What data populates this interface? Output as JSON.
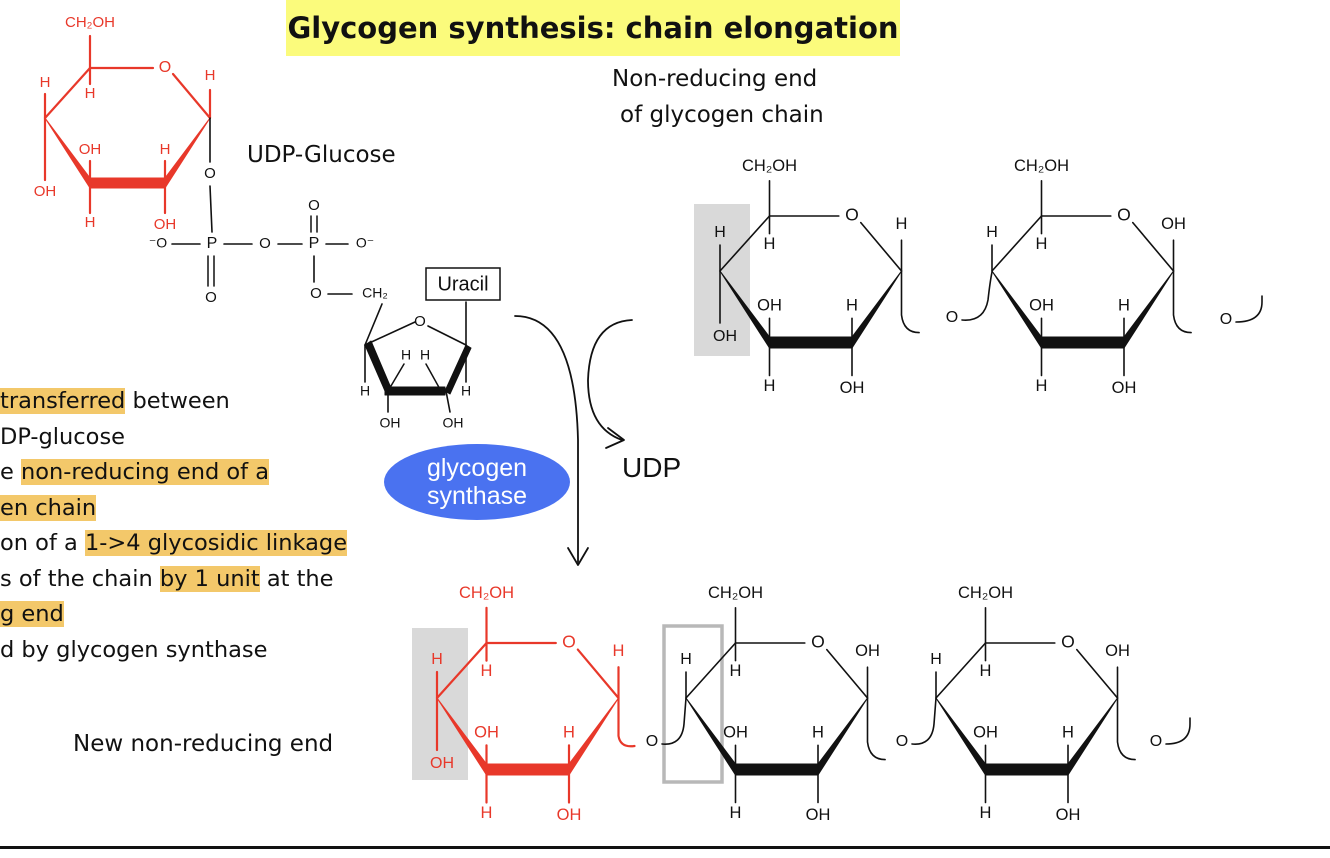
{
  "title": "Glycogen synthesis: chain elongation",
  "labels": {
    "udp_glucose": "UDP-Glucose",
    "non_reducing_line1": "Non-reducing end",
    "non_reducing_line2": "of glycogen chain",
    "new_non_reducing": "New non-reducing end",
    "udp": "UDP",
    "uracil": "Uracil",
    "enzyme_line1": "glycogen",
    "enzyme_line2": "synthase"
  },
  "bullets": [
    [
      {
        "t": "transferred",
        "hl": true
      },
      {
        "t": " between",
        "hl": false
      }
    ],
    [
      {
        "t": "DP-glucose",
        "hl": false
      }
    ],
    [
      {
        "t": "e ",
        "hl": false
      },
      {
        "t": "non-reducing end of a",
        "hl": true
      }
    ],
    [
      {
        "t": "en chain",
        "hl": true
      }
    ],
    [
      {
        "t": "on of a ",
        "hl": false
      },
      {
        "t": "1->4 glycosidic linkage",
        "hl": true
      }
    ],
    [
      {
        "t": "s of the chain ",
        "hl": false
      },
      {
        "t": "by 1 unit",
        "hl": true
      },
      {
        "t": " at the",
        "hl": false
      }
    ],
    [
      {
        "t": "g end",
        "hl": true
      }
    ],
    [
      {
        "t": "d by glycogen synthase",
        "hl": false
      }
    ]
  ],
  "atoms": {
    "h": "H",
    "oh": "OH",
    "o": "O",
    "p": "P",
    "ch2oh": "CH₂OH",
    "ch2": "CH₂",
    "o_minus": "⁻O",
    "o_minus_r": "O⁻"
  },
  "colors": {
    "title_highlight": "#fbfb7c",
    "bullet_highlight": "#f3c86a",
    "enzyme": "#4a72f0",
    "new_glucose": "#e8382a",
    "gray_box": "#d9d9d9",
    "frame_box": "#b8b8b8"
  }
}
